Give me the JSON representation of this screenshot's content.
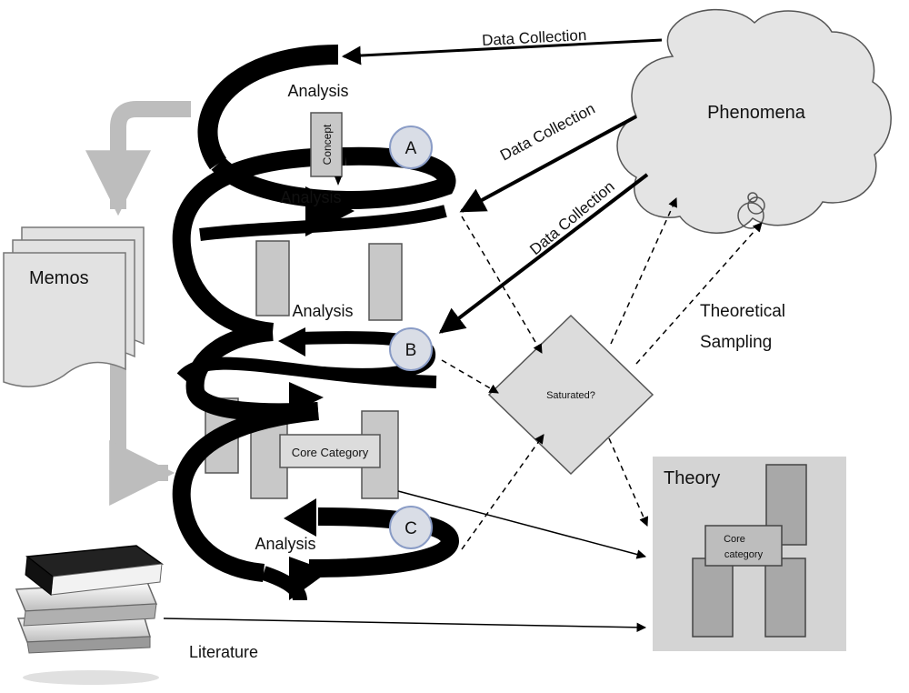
{
  "labels": {
    "data_collection_1": "Data Collection",
    "data_collection_2": "Data Collection",
    "data_collection_3": "Data Collection",
    "phenomena": "Phenomena",
    "analysis_1": "Analysis",
    "analysis_2": "Analysis",
    "analysis_3": "Analysis",
    "analysis_4": "Analysis",
    "concept": "Concept",
    "memos": "Memos",
    "theoretical_sampling_line1": "Theoretical",
    "theoretical_sampling_line2": "Sampling",
    "saturated": "Saturated?",
    "core_category": "Core Category",
    "theory": "Theory",
    "core_category_small_line1": "Core",
    "core_category_small_line2": "category",
    "literature": "Literature"
  },
  "markers": {
    "a": "A",
    "b": "B",
    "c": "C"
  },
  "colors": {
    "spiral": "#000000",
    "block_fill": "#c8c8c8",
    "memo_arrow": "#bdbdbd",
    "marker_fill": "#d9dde6",
    "marker_stroke": "#8a9cc6",
    "theory_panel": "#d4d4d4",
    "cloud_fill": "#e4e4e4"
  }
}
